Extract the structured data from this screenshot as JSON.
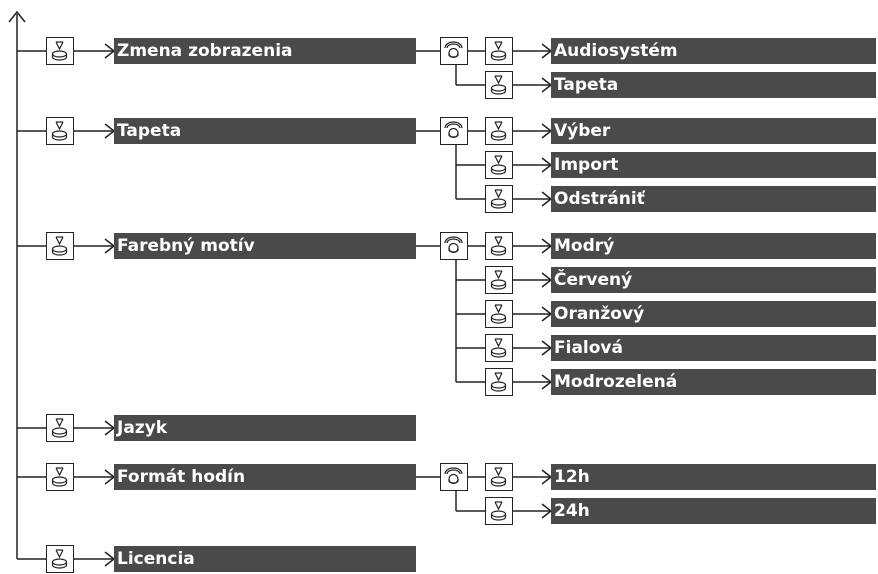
{
  "menu": [
    {
      "label": "Zmena zobrazenia",
      "options": [
        "Audiosystém",
        "Tapeta"
      ]
    },
    {
      "label": "Tapeta",
      "options": [
        "Výber",
        "Import",
        "Odstrániť"
      ]
    },
    {
      "label": "Farebný motív",
      "options": [
        "Modrý",
        "Červený",
        "Oranžový",
        "Fialová",
        "Modrozelená"
      ]
    },
    {
      "label": "Jazyk",
      "options": []
    },
    {
      "label": "Formát hodín",
      "options": [
        "12h",
        "24h"
      ]
    },
    {
      "label": "Licencia",
      "options": []
    }
  ],
  "icons": {
    "press": "press-icon",
    "rotate": "rotate-icon"
  },
  "colors": {
    "label_bg": "#4a4a4a",
    "label_text": "#ffffff",
    "line": "#222222"
  }
}
